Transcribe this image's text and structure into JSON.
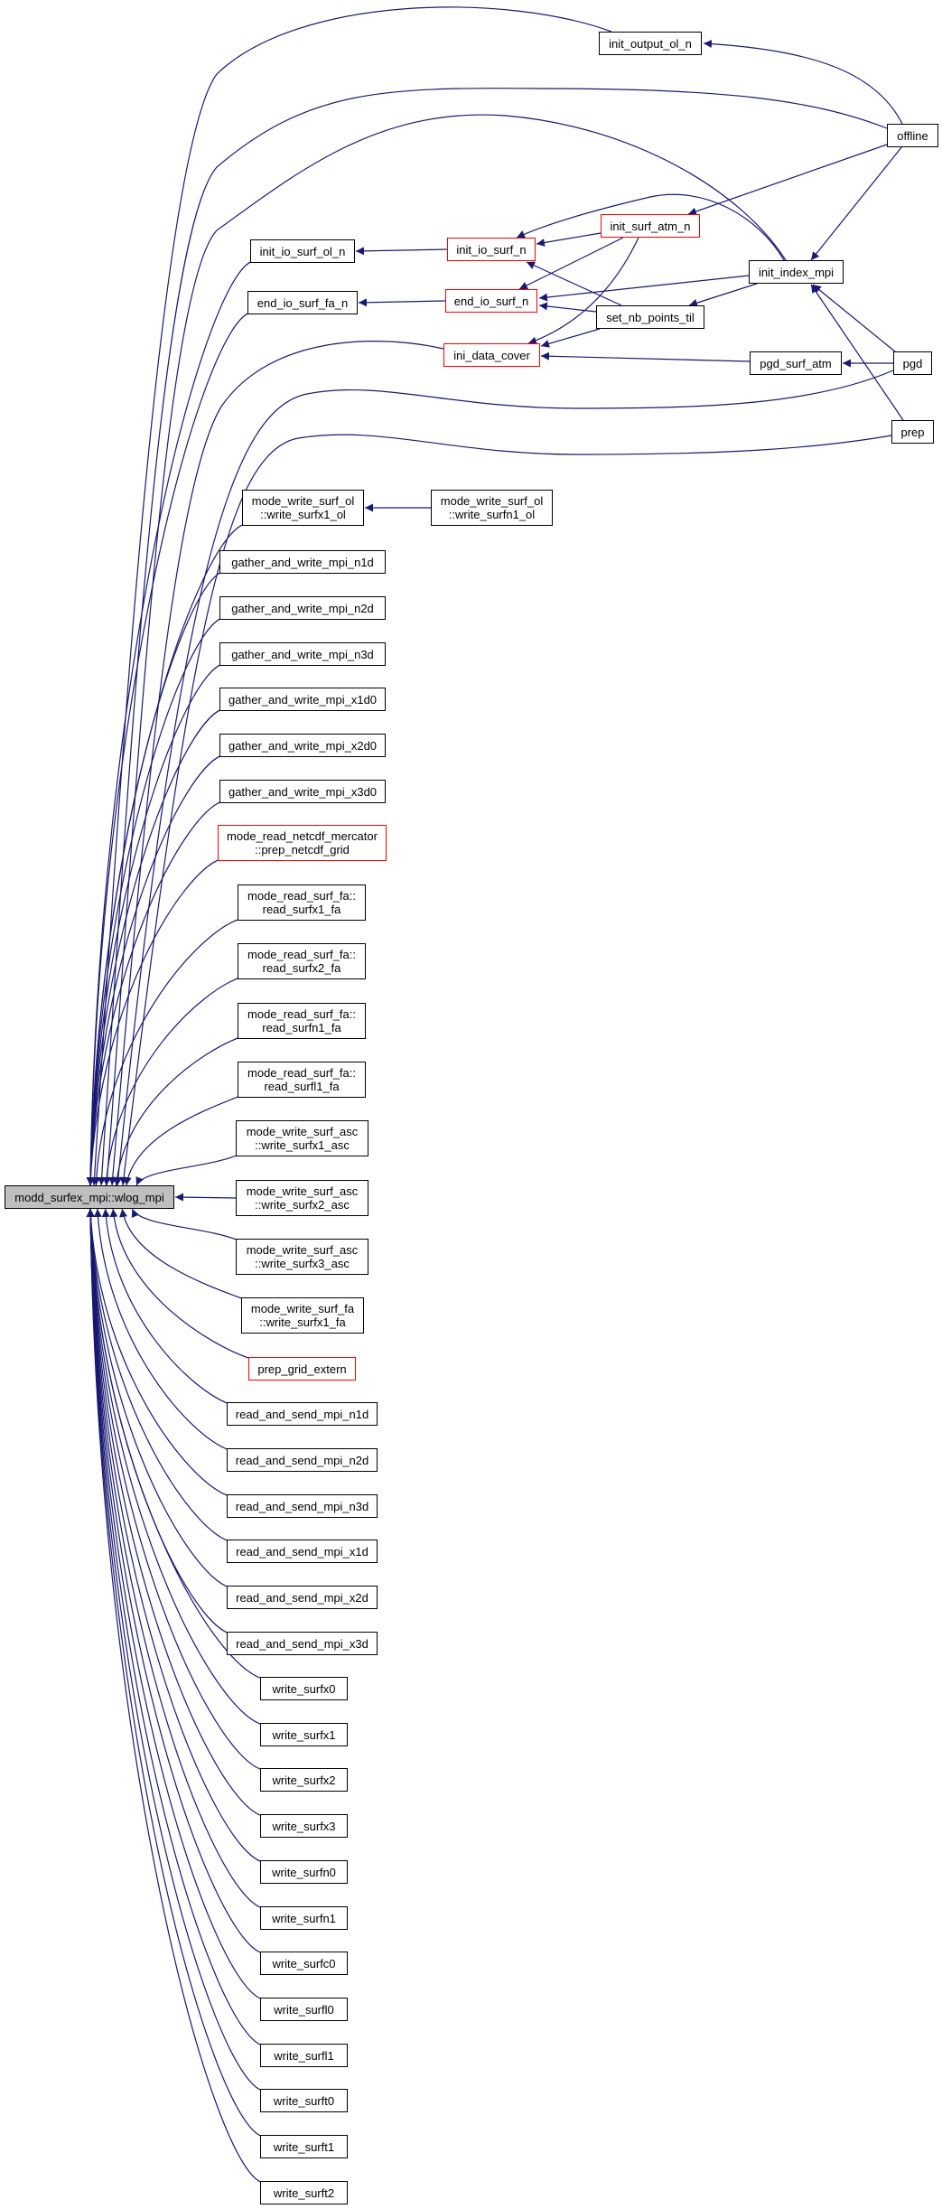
{
  "graph": {
    "edge_color": "#191970",
    "truncated_border_color": "#ff0000",
    "focus_fill": "#bfbfbf",
    "nodes": [
      {
        "id": "main",
        "label": "modd_surfex_mpi::wlog_mpi",
        "truncated": false
      },
      {
        "id": "init_output_ol_n",
        "label": "init_output_ol_n",
        "truncated": false
      },
      {
        "id": "offline",
        "label": "offline",
        "truncated": false
      },
      {
        "id": "init_surf_atm_n",
        "label": "init_surf_atm_n",
        "truncated": true
      },
      {
        "id": "init_io_surf_n",
        "label": "init_io_surf_n",
        "truncated": true
      },
      {
        "id": "init_io_surf_ol_n",
        "label": "init_io_surf_ol_n",
        "truncated": false
      },
      {
        "id": "init_index_mpi",
        "label": "init_index_mpi",
        "truncated": false
      },
      {
        "id": "end_io_surf_fa_n",
        "label": "end_io_surf_fa_n",
        "truncated": false
      },
      {
        "id": "end_io_surf_n",
        "label": "end_io_surf_n",
        "truncated": true
      },
      {
        "id": "set_nb_points_til",
        "label": "set_nb_points_til",
        "truncated": false
      },
      {
        "id": "ini_data_cover",
        "label": "ini_data_cover",
        "truncated": true
      },
      {
        "id": "pgd_surf_atm",
        "label": "pgd_surf_atm",
        "truncated": false
      },
      {
        "id": "pgd",
        "label": "pgd",
        "truncated": false
      },
      {
        "id": "prep",
        "label": "prep",
        "truncated": false
      },
      {
        "id": "write_surfx1_ol",
        "label": "mode_write_surf_ol\n::write_surfx1_ol",
        "truncated": false
      },
      {
        "id": "write_surfn1_ol",
        "label": "mode_write_surf_ol\n::write_surfn1_ol",
        "truncated": false
      },
      {
        "id": "gather_n1d",
        "label": "gather_and_write_mpi_n1d",
        "truncated": false
      },
      {
        "id": "gather_n2d",
        "label": "gather_and_write_mpi_n2d",
        "truncated": false
      },
      {
        "id": "gather_n3d",
        "label": "gather_and_write_mpi_n3d",
        "truncated": false
      },
      {
        "id": "gather_x1d0",
        "label": "gather_and_write_mpi_x1d0",
        "truncated": false
      },
      {
        "id": "gather_x2d0",
        "label": "gather_and_write_mpi_x2d0",
        "truncated": false
      },
      {
        "id": "gather_x3d0",
        "label": "gather_and_write_mpi_x3d0",
        "truncated": false
      },
      {
        "id": "prep_netcdf_grid",
        "label": "mode_read_netcdf_mercator\n::prep_netcdf_grid",
        "truncated": true
      },
      {
        "id": "read_surfx1_fa",
        "label": "mode_read_surf_fa::\nread_surfx1_fa",
        "truncated": false
      },
      {
        "id": "read_surfx2_fa",
        "label": "mode_read_surf_fa::\nread_surfx2_fa",
        "truncated": false
      },
      {
        "id": "read_surfn1_fa",
        "label": "mode_read_surf_fa::\nread_surfn1_fa",
        "truncated": false
      },
      {
        "id": "read_surfl1_fa",
        "label": "mode_read_surf_fa::\nread_surfl1_fa",
        "truncated": false
      },
      {
        "id": "write_surfx1_asc",
        "label": "mode_write_surf_asc\n::write_surfx1_asc",
        "truncated": false
      },
      {
        "id": "write_surfx2_asc",
        "label": "mode_write_surf_asc\n::write_surfx2_asc",
        "truncated": false
      },
      {
        "id": "write_surfx3_asc",
        "label": "mode_write_surf_asc\n::write_surfx3_asc",
        "truncated": false
      },
      {
        "id": "write_surfx1_fa",
        "label": "mode_write_surf_fa\n::write_surfx1_fa",
        "truncated": false
      },
      {
        "id": "prep_grid_extern",
        "label": "prep_grid_extern",
        "truncated": true
      },
      {
        "id": "rs_n1d",
        "label": "read_and_send_mpi_n1d",
        "truncated": false
      },
      {
        "id": "rs_n2d",
        "label": "read_and_send_mpi_n2d",
        "truncated": false
      },
      {
        "id": "rs_n3d",
        "label": "read_and_send_mpi_n3d",
        "truncated": false
      },
      {
        "id": "rs_x1d",
        "label": "read_and_send_mpi_x1d",
        "truncated": false
      },
      {
        "id": "rs_x2d",
        "label": "read_and_send_mpi_x2d",
        "truncated": false
      },
      {
        "id": "rs_x3d",
        "label": "read_and_send_mpi_x3d",
        "truncated": false
      },
      {
        "id": "write_surfx0",
        "label": "write_surfx0",
        "truncated": false
      },
      {
        "id": "write_surfx1",
        "label": "write_surfx1",
        "truncated": false
      },
      {
        "id": "write_surfx2",
        "label": "write_surfx2",
        "truncated": false
      },
      {
        "id": "write_surfx3",
        "label": "write_surfx3",
        "truncated": false
      },
      {
        "id": "write_surfn0",
        "label": "write_surfn0",
        "truncated": false
      },
      {
        "id": "write_surfn1",
        "label": "write_surfn1",
        "truncated": false
      },
      {
        "id": "write_surfc0",
        "label": "write_surfc0",
        "truncated": false
      },
      {
        "id": "write_surfl0",
        "label": "write_surfl0",
        "truncated": false
      },
      {
        "id": "write_surfl1",
        "label": "write_surfl1",
        "truncated": false
      },
      {
        "id": "write_surft0",
        "label": "write_surft0",
        "truncated": false
      },
      {
        "id": "write_surft1",
        "label": "write_surft1",
        "truncated": false
      },
      {
        "id": "write_surft2",
        "label": "write_surft2",
        "truncated": false
      }
    ],
    "edges": [
      [
        "init_output_ol_n",
        "main"
      ],
      [
        "offline",
        "main"
      ],
      [
        "init_index_mpi",
        "main"
      ],
      [
        "offline",
        "init_output_ol_n"
      ],
      [
        "offline",
        "init_surf_atm_n"
      ],
      [
        "offline",
        "init_index_mpi"
      ],
      [
        "init_index_mpi",
        "init_io_surf_n"
      ],
      [
        "init_surf_atm_n",
        "init_io_surf_n"
      ],
      [
        "init_surf_atm_n",
        "end_io_surf_n"
      ],
      [
        "init_surf_atm_n",
        "ini_data_cover"
      ],
      [
        "init_index_mpi",
        "end_io_surf_n"
      ],
      [
        "init_index_mpi",
        "set_nb_points_til"
      ],
      [
        "set_nb_points_til",
        "init_io_surf_n"
      ],
      [
        "set_nb_points_til",
        "end_io_surf_n"
      ],
      [
        "set_nb_points_til",
        "ini_data_cover"
      ],
      [
        "pgd_surf_atm",
        "ini_data_cover"
      ],
      [
        "pgd",
        "pgd_surf_atm"
      ],
      [
        "pgd",
        "init_index_mpi"
      ],
      [
        "prep",
        "init_index_mpi"
      ],
      [
        "init_io_surf_n",
        "init_io_surf_ol_n"
      ],
      [
        "end_io_surf_n",
        "end_io_surf_fa_n"
      ],
      [
        "write_surfn1_ol",
        "write_surfx1_ol"
      ],
      [
        "ini_data_cover",
        "main"
      ],
      [
        "pgd",
        "main"
      ],
      [
        "prep",
        "main"
      ]
    ]
  }
}
